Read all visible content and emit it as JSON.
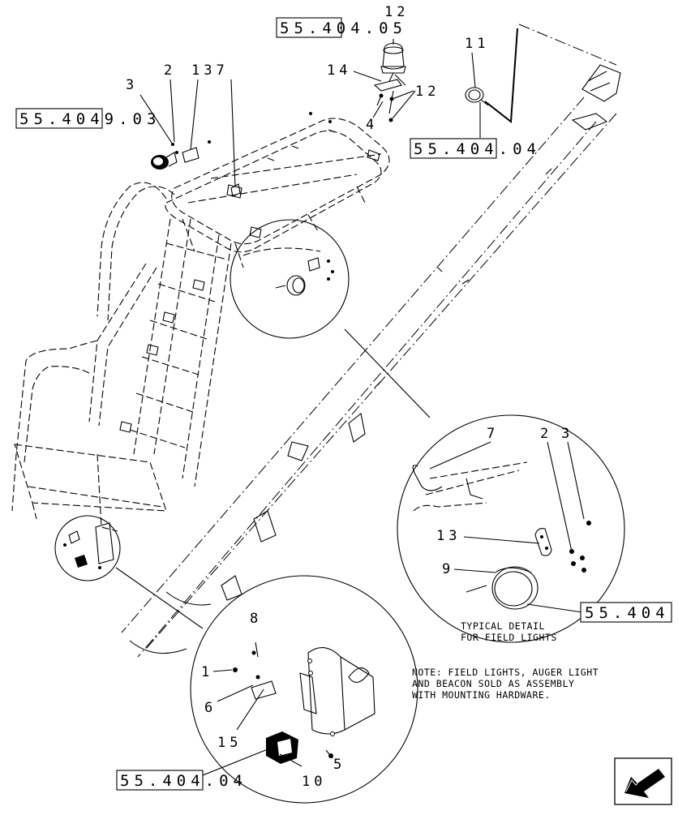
{
  "references": {
    "beacon": "55.404.05",
    "front_light": "55.4049.03",
    "top_light": "55.404.04",
    "field_light": "55.404",
    "auger_light": "55.404.04"
  },
  "callouts": {
    "c1": "1",
    "c2": "2",
    "c3": "3",
    "c4": "4",
    "c5": "5",
    "c6": "6",
    "c7": "7",
    "c8": "8",
    "c9": "9",
    "c10": "10",
    "c11": "11",
    "c12": "12",
    "c13": "13",
    "c14": "14",
    "c15": "15",
    "c137": "137"
  },
  "labels": {
    "typical_detail_line1": "TYPICAL DETAIL",
    "typical_detail_line2": "FOR FIELD LIGHTS",
    "note_line1": "NOTE: FIELD LIGHTS, AUGER LIGHT",
    "note_line2": "AND BEACON SOLD AS ASSEMBLY",
    "note_line3": "WITH MOUNTING HARDWARE."
  },
  "icons": {
    "nav_arrow": "arrow-down-left-icon"
  }
}
